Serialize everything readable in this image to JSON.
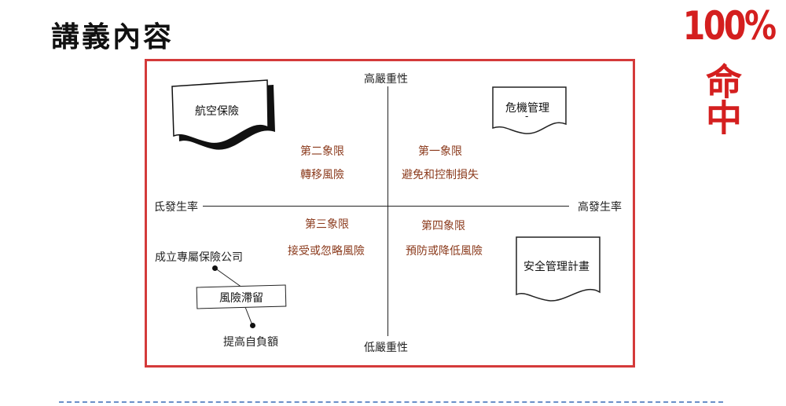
{
  "page": {
    "title": "講義內容"
  },
  "stamp": {
    "percent": "100%",
    "words": "命中"
  },
  "diagram": {
    "axis_top": "高嚴重性",
    "axis_bottom": "低嚴重性",
    "axis_left": "氐發生率",
    "axis_right": "高發生率",
    "quadrants": {
      "q1": {
        "name": "第一象限",
        "strategy": "避免和控制損失"
      },
      "q2": {
        "name": "第二象限",
        "strategy": "轉移風險"
      },
      "q3": {
        "name": "第三象限",
        "strategy": "接受或忽略風險"
      },
      "q4": {
        "name": "第四象限",
        "strategy": "預防或降低風險"
      }
    },
    "items": {
      "aviation_insurance": "航空保險",
      "crisis_management": "危機管理",
      "crisis_mark": "-",
      "safety_plan": "安全管理計畫",
      "captive_insurer": "成立專屬保險公司",
      "risk_retention": "風險滯留",
      "higher_deductible": "提高自負額"
    },
    "colors": {
      "frame": "#d43a3a",
      "quadrant_text": "#8b3a1c",
      "stamp": "#d41f1f"
    }
  }
}
